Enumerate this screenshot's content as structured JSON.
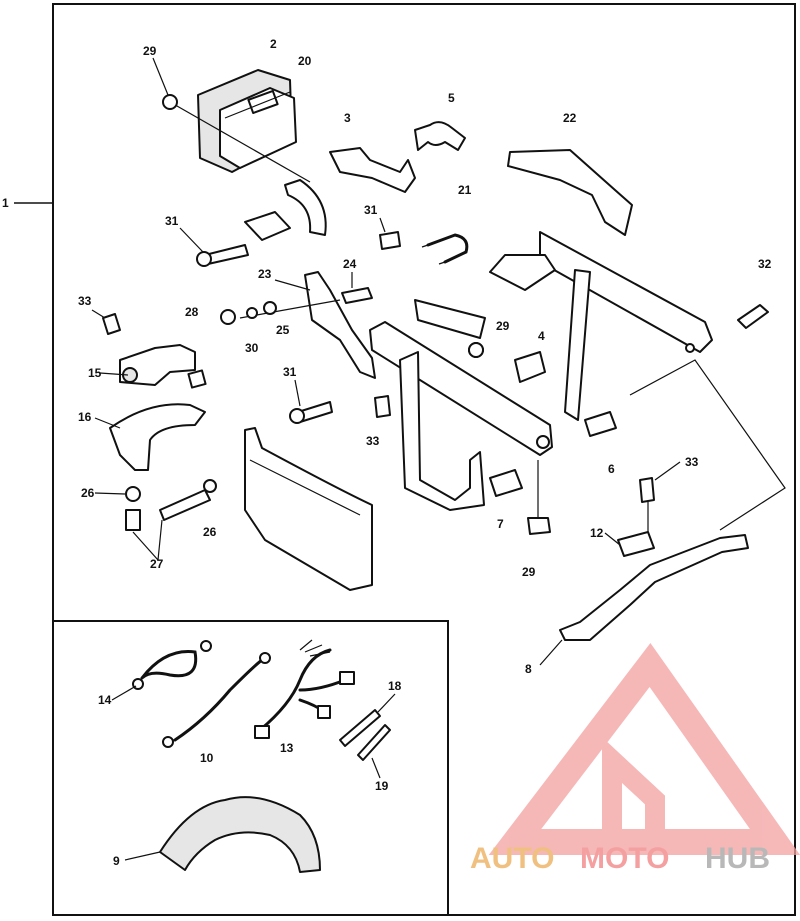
{
  "labels": {
    "p1": "1",
    "p2": "2",
    "p3": "3",
    "p4": "4",
    "p5": "5",
    "p6": "6",
    "p7": "7",
    "p8": "8",
    "p9": "9",
    "p10": "10",
    "p12": "12",
    "p13": "13",
    "p14": "14",
    "p15": "15",
    "p16": "16",
    "p18": "18",
    "p19": "19",
    "p20": "20",
    "p21": "21",
    "p22": "22",
    "p23": "23",
    "p24": "24",
    "p25": "25",
    "p26a": "26",
    "p26b": "26",
    "p27": "27",
    "p28": "28",
    "p29a": "29",
    "p29b": "29",
    "p29c": "29",
    "p30": "30",
    "p31a": "31",
    "p31b": "31",
    "p31c": "31",
    "p32": "32",
    "p33a": "33",
    "p33b": "33",
    "p33c": "33"
  },
  "watermark": {
    "part1": "AUTO",
    "part2": "MOTO",
    "part3": "HUB",
    "color1": "#f0c080",
    "color2": "#f4a0a0",
    "color3": "#b8b8b8",
    "logo_color": "#f4a0a0"
  }
}
